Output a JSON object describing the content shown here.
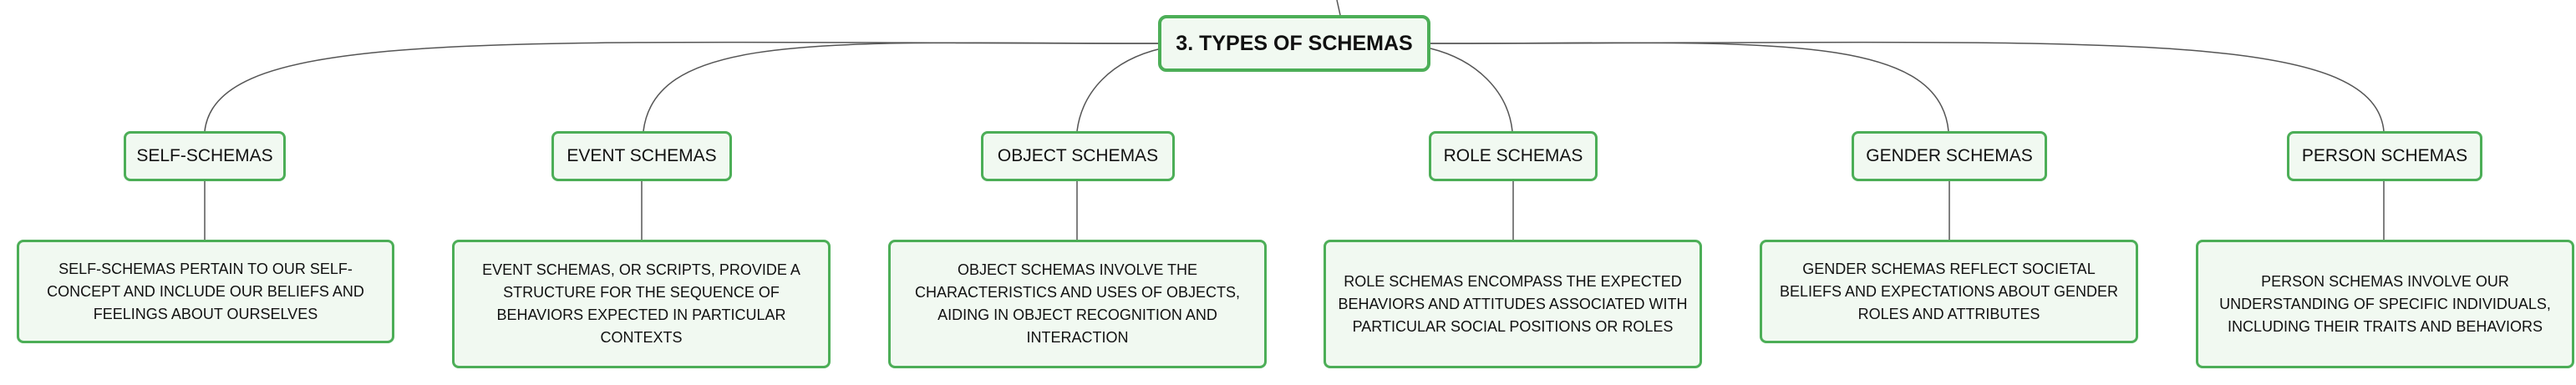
{
  "root": {
    "label": "3. TYPES OF SCHEMAS"
  },
  "categories": [
    {
      "label": "SELF-SCHEMAS",
      "description": "SELF-SCHEMAS PERTAIN TO OUR SELF-CONCEPT AND INCLUDE OUR BELIEFS AND FEELINGS ABOUT OURSELVES"
    },
    {
      "label": "EVENT SCHEMAS",
      "description": "EVENT SCHEMAS, OR SCRIPTS, PROVIDE A STRUCTURE FOR THE SEQUENCE OF BEHAVIORS EXPECTED IN PARTICULAR CONTEXTS"
    },
    {
      "label": "OBJECT SCHEMAS",
      "description": "OBJECT SCHEMAS INVOLVE THE CHARACTERISTICS AND USES OF OBJECTS, AIDING IN OBJECT RECOGNITION AND INTERACTION"
    },
    {
      "label": "ROLE SCHEMAS",
      "description": "ROLE SCHEMAS ENCOMPASS THE EXPECTED BEHAVIORS AND ATTITUDES ASSOCIATED WITH PARTICULAR SOCIAL POSITIONS OR ROLES"
    },
    {
      "label": "GENDER SCHEMAS",
      "description": "GENDER SCHEMAS REFLECT SOCIETAL BELIEFS AND EXPECTATIONS ABOUT GENDER ROLES AND ATTRIBUTES"
    },
    {
      "label": "PERSON SCHEMAS",
      "description": "PERSON SCHEMAS INVOLVE OUR UNDERSTANDING OF SPECIFIC INDIVIDUALS, INCLUDING THEIR TRAITS AND BEHAVIORS"
    }
  ],
  "colors": {
    "border": "#4cae57",
    "fill": "#f1f9f1",
    "connector": "#555555"
  }
}
